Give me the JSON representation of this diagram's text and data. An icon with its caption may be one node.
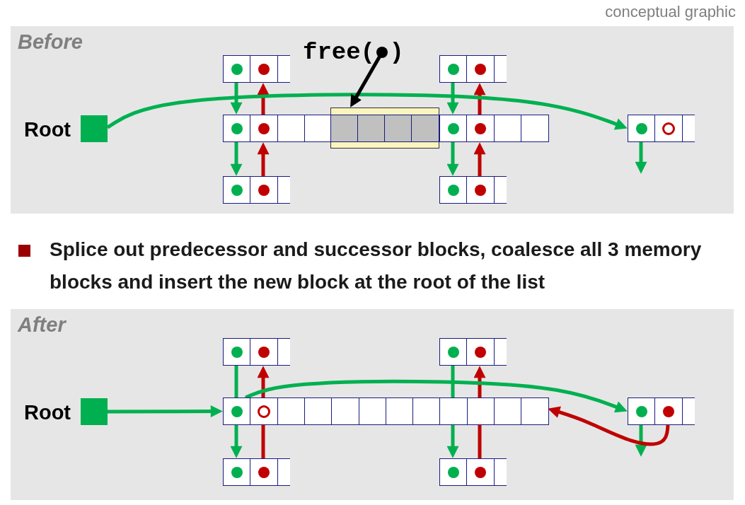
{
  "diagram": {
    "nodes": [
      {
        "text": [
          "Before"
        ]
      },
      {
        "text": [
          "free( )"
        ],
        "in": 0
      },
      {
        "text": [],
        "shape": "box",
        "in": 0
      },
      {
        "text": [],
        "shape": "box",
        "in": 0
      },
      {
        "text": [],
        "shape": "box",
        "in": 0,
        "beside": [
          "Root"
        ]
      },
      {
        "text": [],
        "shape": "box",
        "in": 0
      },
      {
        "text": [],
        "shape": "box",
        "in": 0
      },
      {
        "text": [],
        "shape": "box",
        "in": 0
      },
      {
        "text": [],
        "shape": "box",
        "in": 0
      },
      {
        "text": [],
        "shape": "box",
        "in": 0
      },
      {
        "text": [],
        "shape": "box",
        "in": 0
      },
      {
        "text": [
          "After"
        ]
      },
      {
        "text": [],
        "shape": "box",
        "in": 11
      },
      {
        "text": [],
        "shape": "box",
        "in": 11
      },
      {
        "text": [],
        "shape": "box",
        "in": 11,
        "beside": [
          "Root"
        ]
      },
      {
        "text": [],
        "shape": "box",
        "in": 11
      },
      {
        "text": [],
        "shape": "box",
        "in": 11
      },
      {
        "text": [],
        "shape": "box",
        "in": 11
      },
      {
        "text": [],
        "shape": "box",
        "in": 11
      }
    ],
    "edges": [
      {
        "from": 2,
        "to": 5,
        "arrow": "to"
      },
      {
        "from": 5,
        "to": 2,
        "arrow": "to",
        "color": "#c00000"
      },
      {
        "from": 5,
        "to": 9,
        "arrow": "to"
      },
      {
        "from": 9,
        "to": 5,
        "arrow": "to",
        "color": "#c00000"
      },
      {
        "from": 3,
        "to": 7,
        "arrow": "to"
      },
      {
        "from": 7,
        "to": 3,
        "arrow": "to",
        "color": "#c00000"
      },
      {
        "from": 7,
        "to": 10,
        "arrow": "to"
      },
      {
        "from": 10,
        "to": 7,
        "arrow": "to",
        "color": "#c00000"
      },
      {
        "from": 4,
        "to": 8,
        "arrow": "to"
      },
      {
        "from": 8,
        "to": null,
        "arrow": "to"
      },
      {
        "from": 1,
        "to": 6,
        "arrow": "to",
        "color": "#000000"
      },
      {
        "from": 14,
        "to": 15,
        "arrow": "to"
      },
      {
        "from": 12,
        "to": 15,
        "arrow": "none"
      },
      {
        "from": 15,
        "to": 17,
        "arrow": "to"
      },
      {
        "from": 17,
        "to": 15,
        "arrow": "none",
        "color": "#c00000"
      },
      {
        "from": 15,
        "to": 12,
        "arrow": "to",
        "color": "#c00000"
      },
      {
        "from": 13,
        "to": 15,
        "arrow": "none"
      },
      {
        "from": 15,
        "to": 18,
        "arrow": "to"
      },
      {
        "from": 18,
        "to": 15,
        "arrow": "none",
        "color": "#c00000"
      },
      {
        "from": 15,
        "to": 13,
        "arrow": "to",
        "color": "#c00000"
      },
      {
        "from": 15,
        "to": 16,
        "arrow": "to"
      },
      {
        "from": 16,
        "to": null,
        "arrow": "to"
      },
      {
        "from": 16,
        "to": 15,
        "arrow": "to",
        "color": "#c00000"
      }
    ],
    "labels": [
      "conceptual graphic",
      "Splice out predecessor and successor blocks, coalesce all 3 memory blocks and insert the new block at the root of the list"
    ]
  }
}
